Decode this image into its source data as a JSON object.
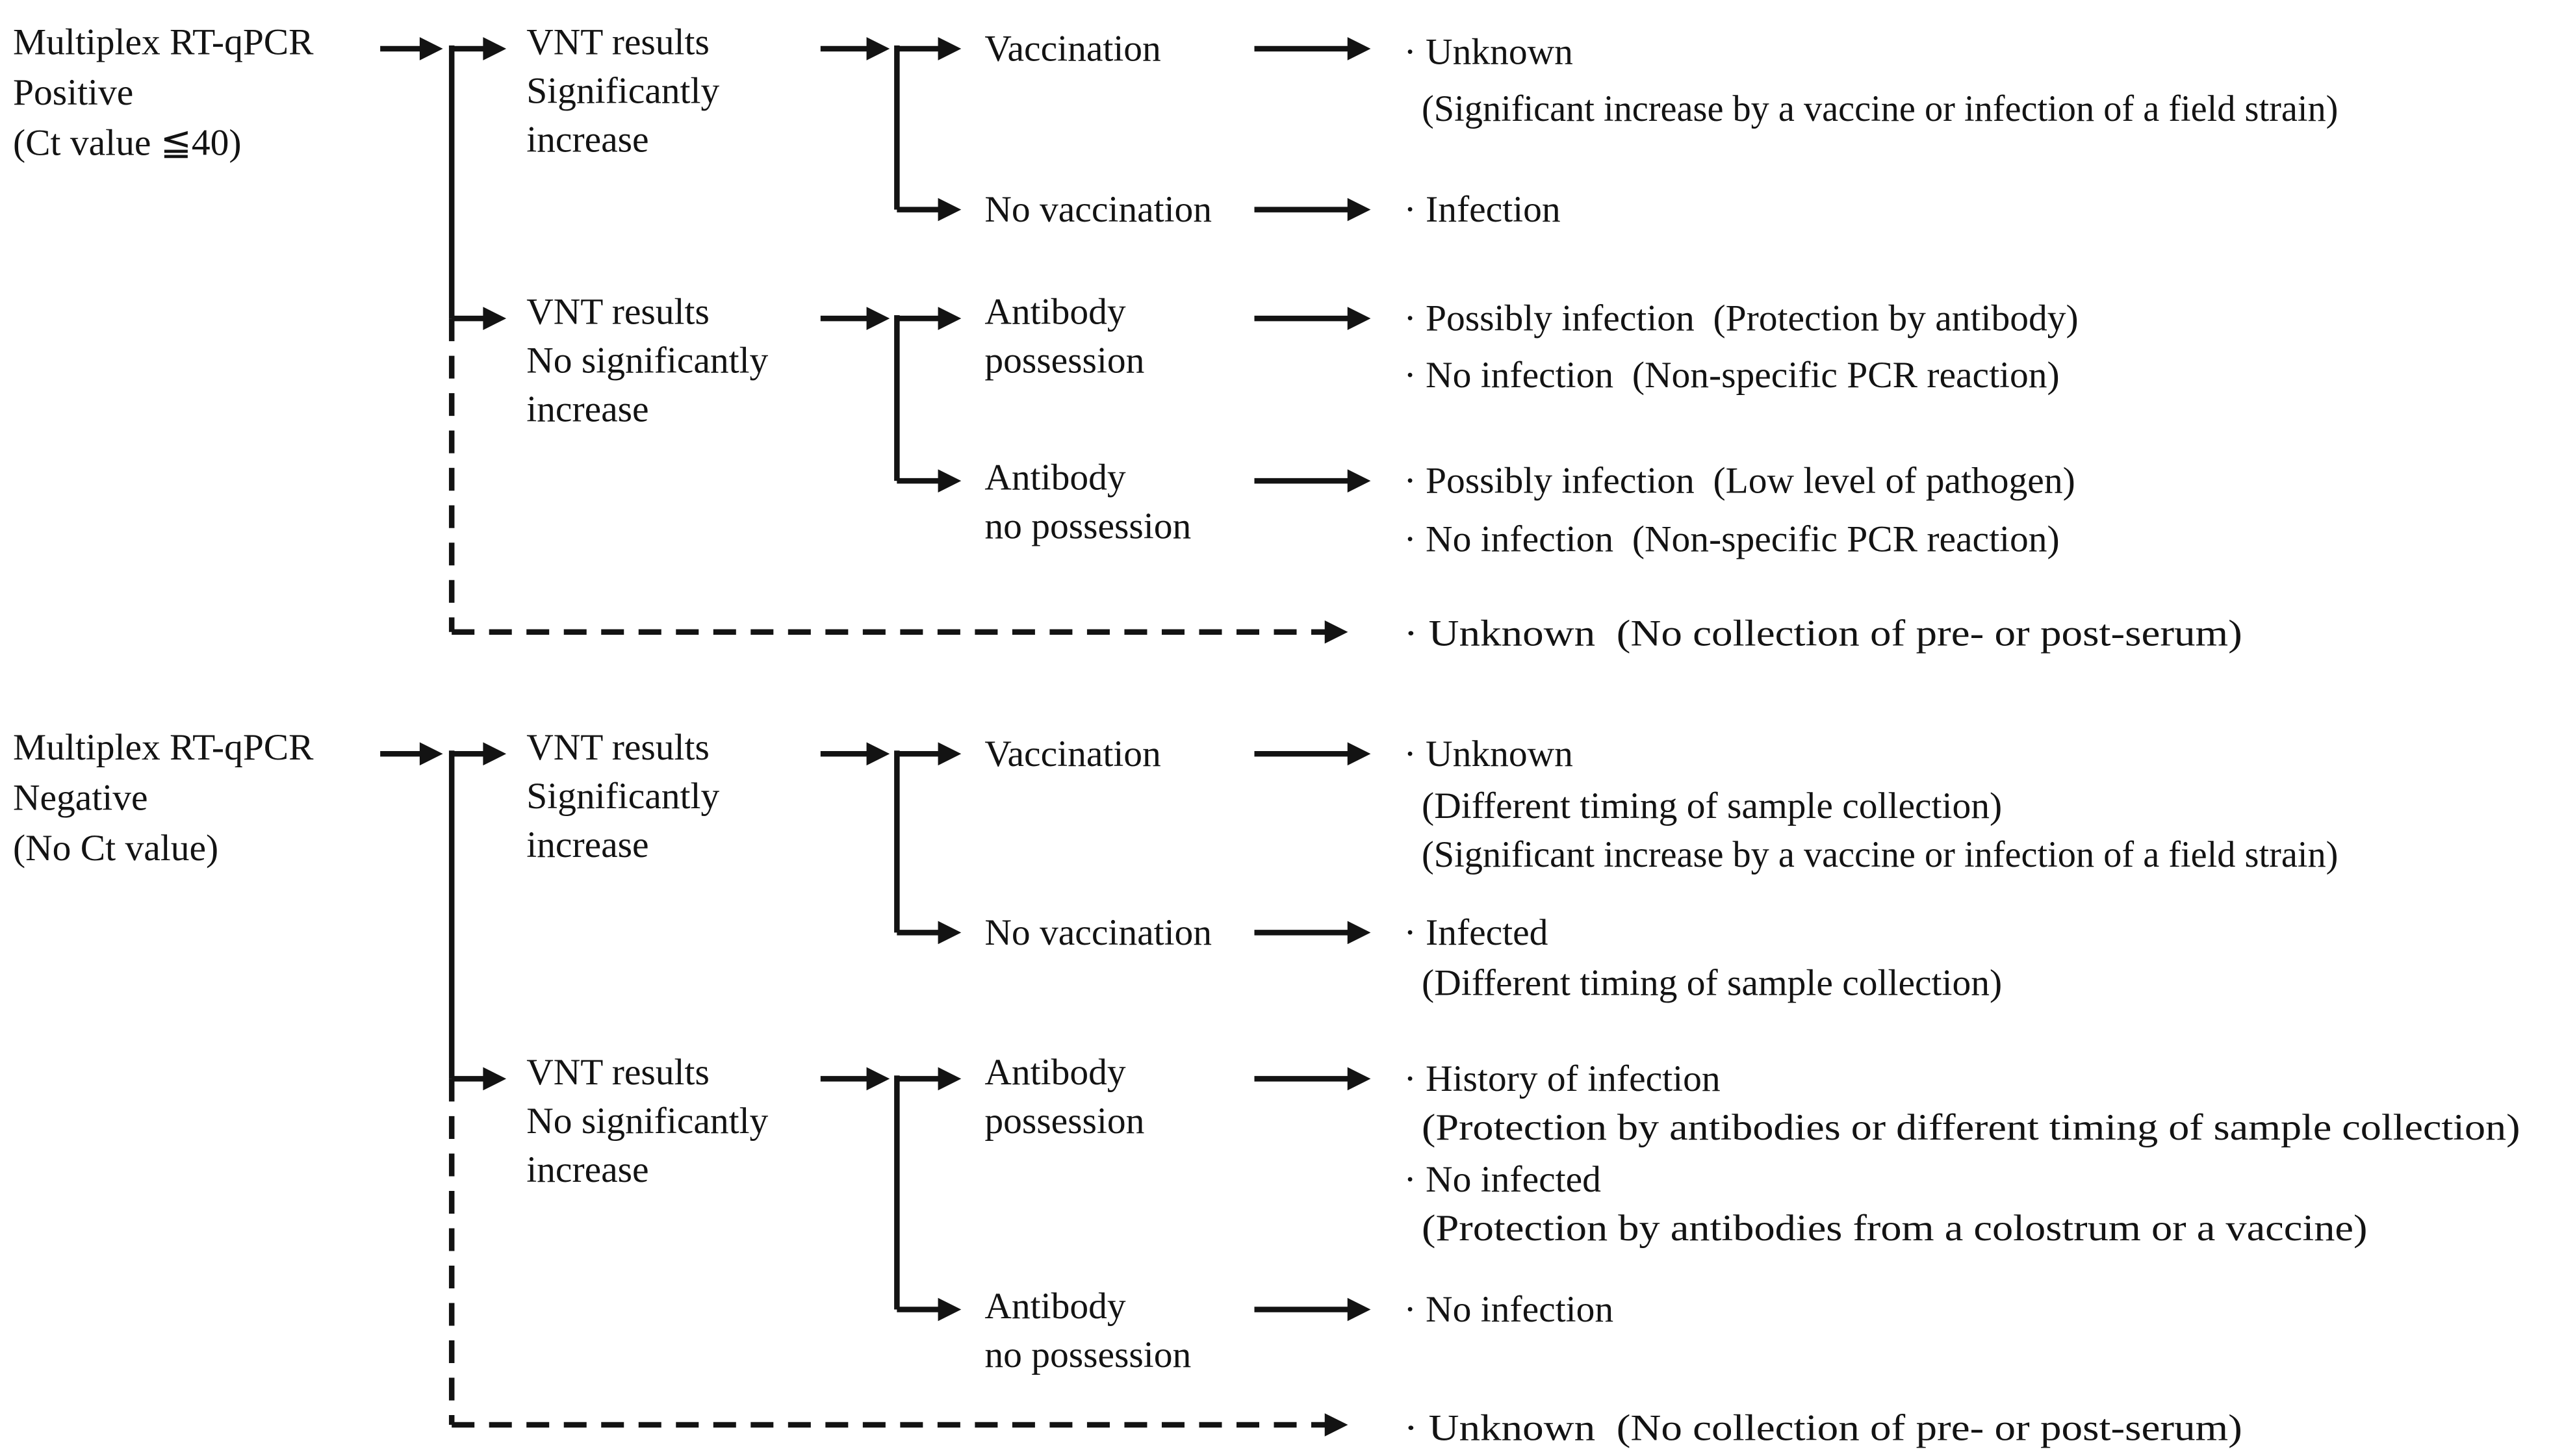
{
  "figure": {
    "background": "#ffffff",
    "text_color": "#131313",
    "line_color": "#131313"
  },
  "top": {
    "root": [
      "Multiplex RT-qPCR",
      "Positive",
      "(Ct value ≦40)"
    ],
    "vnt_sig": [
      "VNT results",
      "Significantly",
      "increase"
    ],
    "vnt_nosig": [
      "VNT results",
      "No significantly",
      "increase"
    ],
    "vaccination": "Vaccination",
    "no_vaccination": "No vaccination",
    "antibody_poss": [
      "Antibody",
      "possession"
    ],
    "antibody_noposs": [
      "Antibody",
      "no possession"
    ],
    "out_vacc": [
      "· Unknown",
      "(Significant increase by a vaccine or infection of a field strain)"
    ],
    "out_novacc": "· Infection",
    "out_poss_1": "· Possibly infection  (Protection by antibody)",
    "out_poss_2": "· No infection  (Non-specific PCR reaction)",
    "out_noposs_1": "· Possibly infection  (Low level of pathogen)",
    "out_noposs_2": "· No infection  (Non-specific PCR reaction)",
    "out_dashed": "· Unknown  (No collection of pre- or post-serum)"
  },
  "bottom": {
    "root": [
      "Multiplex RT-qPCR",
      "Negative",
      "(No Ct value)"
    ],
    "vnt_sig": [
      "VNT results",
      "Significantly",
      "increase"
    ],
    "vnt_nosig": [
      "VNT results",
      "No significantly",
      "increase"
    ],
    "vaccination": "Vaccination",
    "no_vaccination": "No vaccination",
    "antibody_poss": [
      "Antibody",
      "possession"
    ],
    "antibody_noposs": [
      "Antibody",
      "no possession"
    ],
    "out_vacc": [
      "· Unknown",
      "(Different timing of sample collection)",
      "(Significant increase by a vaccine or infection of a field strain)"
    ],
    "out_novacc": [
      "· Infected",
      "(Different timing of sample collection)"
    ],
    "out_poss_1": [
      "· History of infection",
      "(Protection by antibodies or different timing of sample collection)"
    ],
    "out_poss_2": [
      "· No infected",
      "(Protection by antibodies from a colostrum or a vaccine)"
    ],
    "out_noposs": "· No infection",
    "out_dashed": "· Unknown  (No collection of pre- or post-serum)"
  }
}
